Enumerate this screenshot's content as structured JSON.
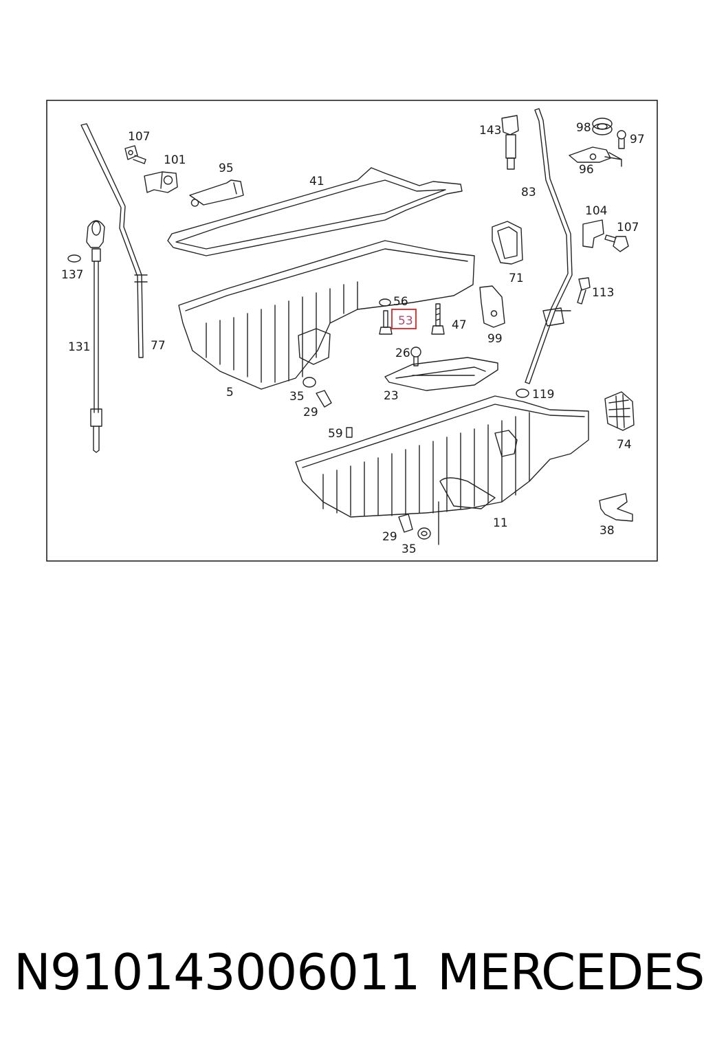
{
  "callouts": {
    "c107a": "107",
    "c101": "101",
    "c95": "95",
    "c41": "41",
    "c143": "143",
    "c98": "98",
    "c97": "97",
    "c96": "96",
    "c83": "83",
    "c104": "104",
    "c107b": "107",
    "c137": "137",
    "c71": "71",
    "c113": "113",
    "c56": "56",
    "c53": "53",
    "c47": "47",
    "c99": "99",
    "c131": "131",
    "c77": "77",
    "c26": "26",
    "c5": "5",
    "c35a": "35",
    "c29a": "29",
    "c23": "23",
    "c119": "119",
    "c74": "74",
    "c59": "59",
    "c11": "11",
    "c29b": "29",
    "c35b": "35",
    "c38": "38"
  },
  "highlight": {
    "part": "53",
    "color": "#e02020"
  },
  "caption": {
    "part_number": "N910143006011",
    "brand": "MERCEDES"
  }
}
